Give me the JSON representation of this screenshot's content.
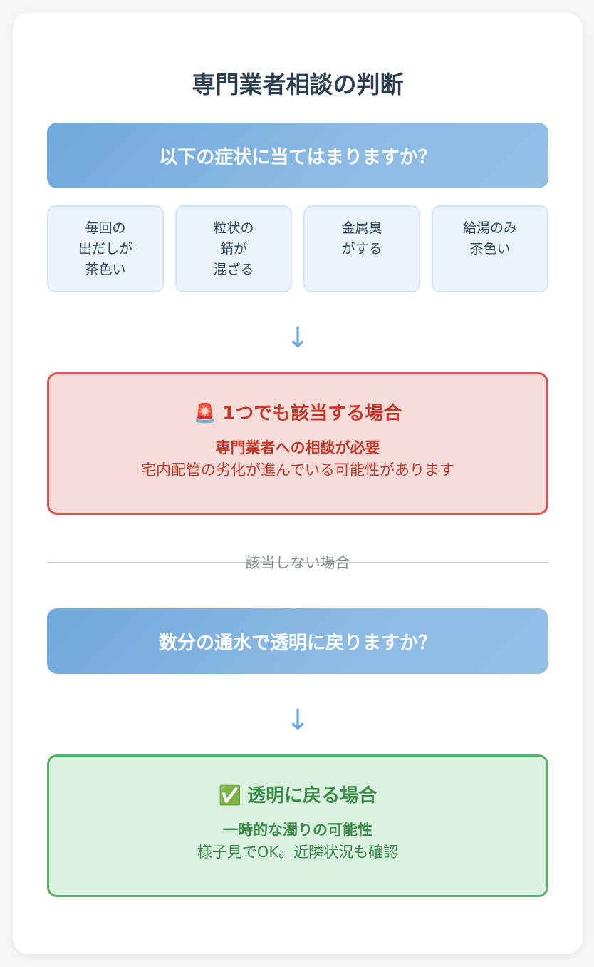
{
  "title": "専門業者相談の判断",
  "question1": "以下の症状に当てはまりますか？",
  "symptoms": [
    {
      "lines": [
        "毎回の",
        "出だしが",
        "茶色い"
      ]
    },
    {
      "lines": [
        "粒状の",
        "錆が",
        "混ざる"
      ]
    },
    {
      "lines": [
        "金属臭",
        "がする"
      ]
    },
    {
      "lines": [
        "給湯のみ",
        "茶色い"
      ]
    }
  ],
  "arrow_glyph": "↓",
  "alert": {
    "emoji": "🚨",
    "heading": "1つでも該当する場合",
    "strong": "専門業者への相談が必要",
    "text": "宅内配管の劣化が進んでいる可能性があります",
    "border_color": "#d9534f",
    "background_color": "#f6dcd9"
  },
  "divider_label": "該当しない場合",
  "question2": "数分の通水で透明に戻りますか？",
  "ok": {
    "emoji": "✅",
    "heading": "透明に戻る場合",
    "strong": "一時的な濁りの可能性",
    "text": "様子見でOK。近隣状況も確認",
    "border_color": "#5cad68",
    "background_color": "#daf1e2"
  },
  "colors": {
    "question_box": "#6fa8dc",
    "symptom_box": "#ebf3fb",
    "arrow": "#6fa8dc"
  }
}
